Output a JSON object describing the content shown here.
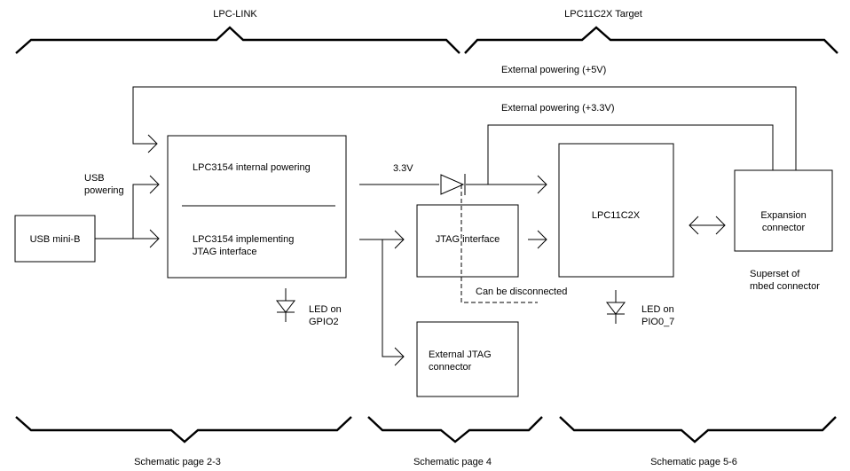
{
  "sections": {
    "lpc_link": "LPC-LINK",
    "target": "LPC11C2X Target"
  },
  "schematic_pages": {
    "left": "Schematic page 2-3",
    "middle": "Schematic page 4",
    "right": "Schematic page 5-6"
  },
  "powering": {
    "ext_5v": "External powering (+5V)",
    "ext_3v3": "External powering (+3.3V)",
    "usb_line1": "USB",
    "usb_line2": "powering",
    "rail_3v3": "3.3V"
  },
  "blocks": {
    "usb_mini_b": "USB mini-B",
    "lpc3154_power": "LPC3154 internal powering",
    "lpc3154_jtag_line1": "LPC3154 implementing",
    "lpc3154_jtag_line2": "JTAG interface",
    "jtag_interface": "JTAG interface",
    "lpc11c2x": "LPC11C2X",
    "expansion_line1": "Expansion",
    "expansion_line2": "connector",
    "ext_jtag_line1": "External JTAG",
    "ext_jtag_line2": "connector"
  },
  "notes": {
    "led_gpio2_line1": "LED on",
    "led_gpio2_line2": "GPIO2",
    "led_pio_line1": "LED on",
    "led_pio_line2": "PIO0_7",
    "can_disconnect": "Can be disconnected",
    "superset_line1": "Superset of",
    "superset_line2": "mbed connector"
  }
}
